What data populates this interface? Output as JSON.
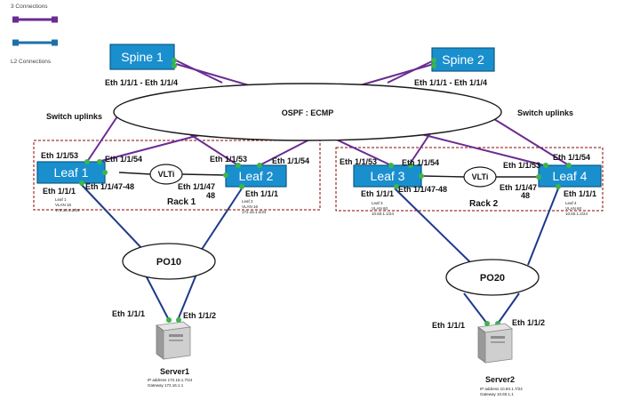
{
  "colors": {
    "switch_fill": "#1a8fce",
    "switch_stroke": "#0b5a86",
    "l3_link": "#6a2c91",
    "l2_link": "#1f3a8a",
    "l3_legend": "#6a2c91",
    "l2_legend": "#1f6fa8",
    "port_dot": "#3cb54a",
    "rack_border": "#8b0000"
  },
  "legend": {
    "l3_label": "3 Connections",
    "l2_label": "L2 Connections"
  },
  "switches": {
    "spine1": "Spine 1",
    "spine2": "Spine 2",
    "leaf1": "Leaf 1",
    "leaf2": "Leaf 2",
    "leaf3": "Leaf 3",
    "leaf4": "Leaf 4"
  },
  "clouds": {
    "ospf": "OSPF : ECMP",
    "vlti_left": "VLTi",
    "vlti_right": "VLTi",
    "po10": "PO10",
    "po20": "PO20"
  },
  "labels": {
    "spine1_ports": "Eth 1/1/1 - Eth 1/1/4",
    "spine2_ports": "Eth 1/1/1 - Eth 1/1/4",
    "uplinks_left": "Switch uplinks",
    "uplinks_right": "Switch uplinks",
    "leaf1_p53": "Eth 1/1/53",
    "leaf1_p54": "Eth 1/1/54",
    "leaf1_p4748": "Eth 1/1/47-48",
    "leaf1_p1": "Eth 1/1/1",
    "leaf2_p53": "Eth 1/1/53",
    "leaf2_p54": "Eth 1/1/54",
    "leaf2_p47": "Eth 1/1/47",
    "leaf2_p48": "48",
    "leaf2_p1": "Eth 1/1/1",
    "leaf3_p53": "Eth 1/1/53",
    "leaf3_p54": "Eth 1/1/54",
    "leaf3_p4748": "Eth 1/1/47-48",
    "leaf3_p1": "Eth 1/1/1",
    "leaf4_p53": "Eth 1/1/53",
    "leaf4_p54": "Eth 1/1/54",
    "leaf4_p47": "Eth 1/1/47",
    "leaf4_p48": "48",
    "leaf4_p1": "Eth 1/1/1",
    "rack1": "Rack 1",
    "rack2": "Rack 2",
    "server1_p1": "Eth 1/1/1",
    "server1_p2": "Eth 1/1/2",
    "server2_p1": "Eth 1/1/1",
    "server2_p2": "Eth 1/1/2"
  },
  "leaf_notes": {
    "leaf1": [
      "Leaf 1",
      "VLAN 16",
      "172.16.1.2/24"
    ],
    "leaf2": [
      "Leaf 2",
      "VLAN 16",
      "172.16.1.2/24"
    ],
    "leaf3": [
      "Leaf 3",
      "VLAN 60",
      "10.60.1.1/24"
    ],
    "leaf4": [
      "Leaf 4",
      "VLAN 60",
      "10.60.1.2/24"
    ]
  },
  "servers": {
    "server1_name": "Server1",
    "server1_ip": "IP address 172.16.1.7/24",
    "server1_gw": "Gateway 172.16.1.1",
    "server2_name": "Server2",
    "server2_ip": "IP address 10.60.1.7/24",
    "server2_gw": "Gateway 10.60.1.1"
  }
}
